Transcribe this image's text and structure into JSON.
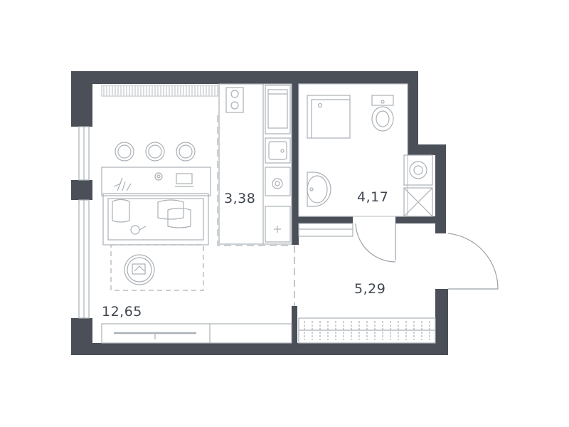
{
  "plan": {
    "colors": {
      "wall": "#4a4f58",
      "line": "#aab0b6",
      "thin": "#c3c8cc",
      "text": "#3f4650"
    },
    "rooms": {
      "living_room": {
        "area": "12,65"
      },
      "kitchen": {
        "area": "3,38"
      },
      "bathroom": {
        "area": "4,17"
      },
      "hallway": {
        "area": "5,29"
      }
    },
    "icons": {
      "stove": "stove-icon",
      "oven": "oven-icon",
      "sink": "kitchen-sink-icon",
      "fridge": "fridge-icon",
      "shower": "shower-tray-icon",
      "toilet": "toilet-icon",
      "washbasin": "washbasin-icon",
      "washer": "washing-machine-icon",
      "sofa": "sofa-icon",
      "table": "round-table-icon",
      "chairs": "chair-icon",
      "desk": "desk-icon",
      "tv": "tv-icon",
      "wardrobe": "wardrobe-icon",
      "doors": "door-swing-icon",
      "windows": "window-icon"
    }
  }
}
